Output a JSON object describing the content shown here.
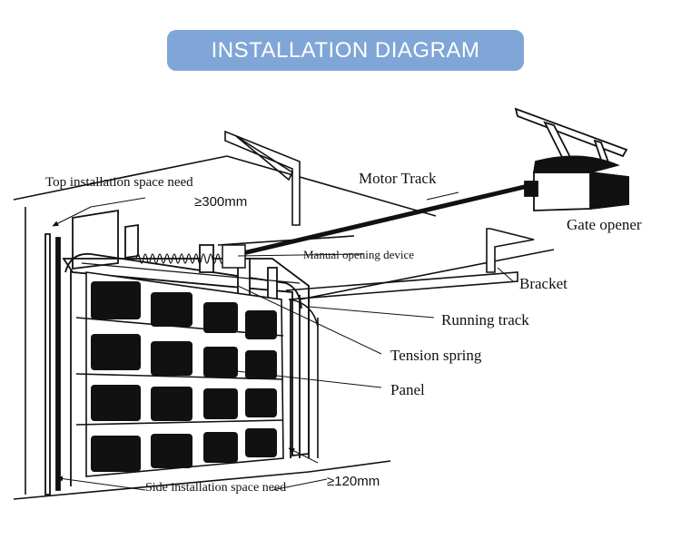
{
  "title": "INSTALLATION DIAGRAM",
  "labels": {
    "top_space": "Top installation space need",
    "top_space_value": "≥300mm",
    "motor_track": "Motor Track",
    "gate_opener": "Gate opener",
    "manual_device": "Manual opening device",
    "bracket": "Bracket",
    "running_track": "Running track",
    "tension_spring": "Tension spring",
    "panel": "Panel",
    "side_space_value": "≥120mm",
    "side_space": "Side installation space need"
  },
  "colors": {
    "banner_bg": "#7fa6d6",
    "banner_text": "#ffffff",
    "ink": "#111111"
  }
}
